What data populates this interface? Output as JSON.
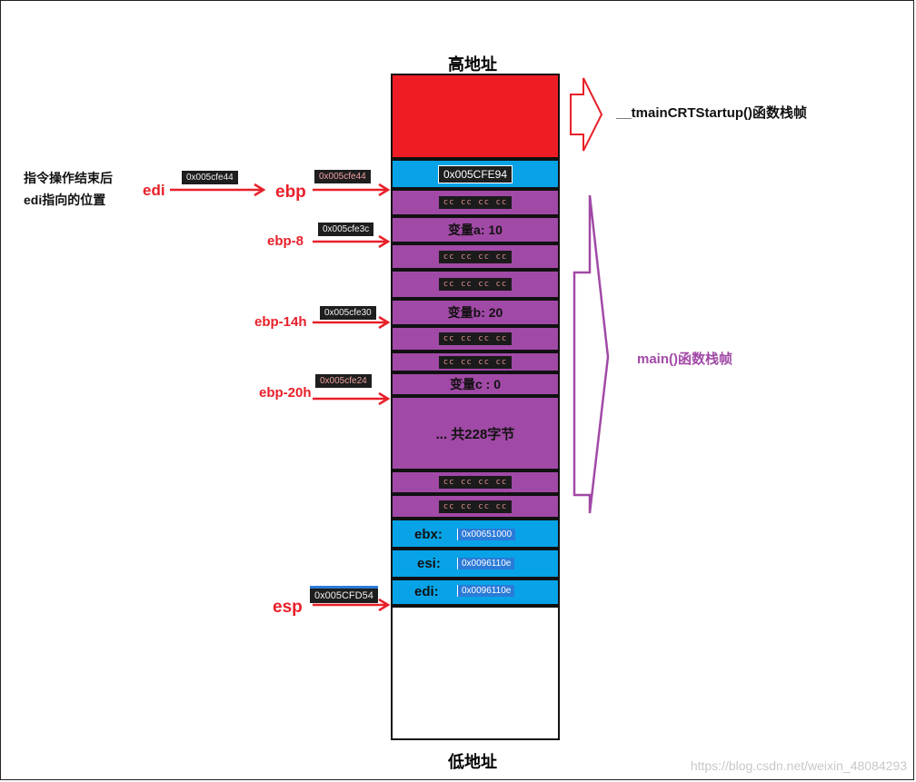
{
  "labels": {
    "high_addr": "高地址",
    "low_addr": "低地址",
    "tmain_frame": "__tmainCRTStartup()函数栈帧",
    "main_frame": "main()函数栈帧",
    "note_line1": "指令操作结束后",
    "note_line2": "edi指向的位置",
    "watermark": "https://blog.csdn.net/weixin_48084293"
  },
  "stack": {
    "saved_ebp": "0x005CFE94",
    "cc": "cc cc cc cc",
    "var_a": "变量a: 10",
    "var_b": "变量b:  20",
    "var_c": "变量c : 0",
    "total": "... 共228字节",
    "ebx_label": "ebx:",
    "ebx_value": "0x00651000",
    "esi_label": "esi:",
    "esi_value": "0x0096110e",
    "edi_label": "edi:",
    "edi_value": "0x0096110e"
  },
  "pointers": {
    "edi": "edi",
    "edi_addr": "0x005cfe44",
    "ebp": "ebp",
    "ebp_addr": "0x005cfe44",
    "ebp8": "ebp-8",
    "ebp8_addr": "0x005cfe3c",
    "ebp14": "ebp-14h",
    "ebp14_addr": "0x005cfe30",
    "ebp20": "ebp-20h",
    "ebp20_addr": "0x005cfe24",
    "esp": "esp",
    "esp_addr": "0x005CFD54"
  },
  "colors": {
    "red": "#ee1c24",
    "blue": "#07a3e6",
    "purple": "#a149a6",
    "arrow_red": "#e8202a",
    "brace_purple": "#a149a6"
  }
}
